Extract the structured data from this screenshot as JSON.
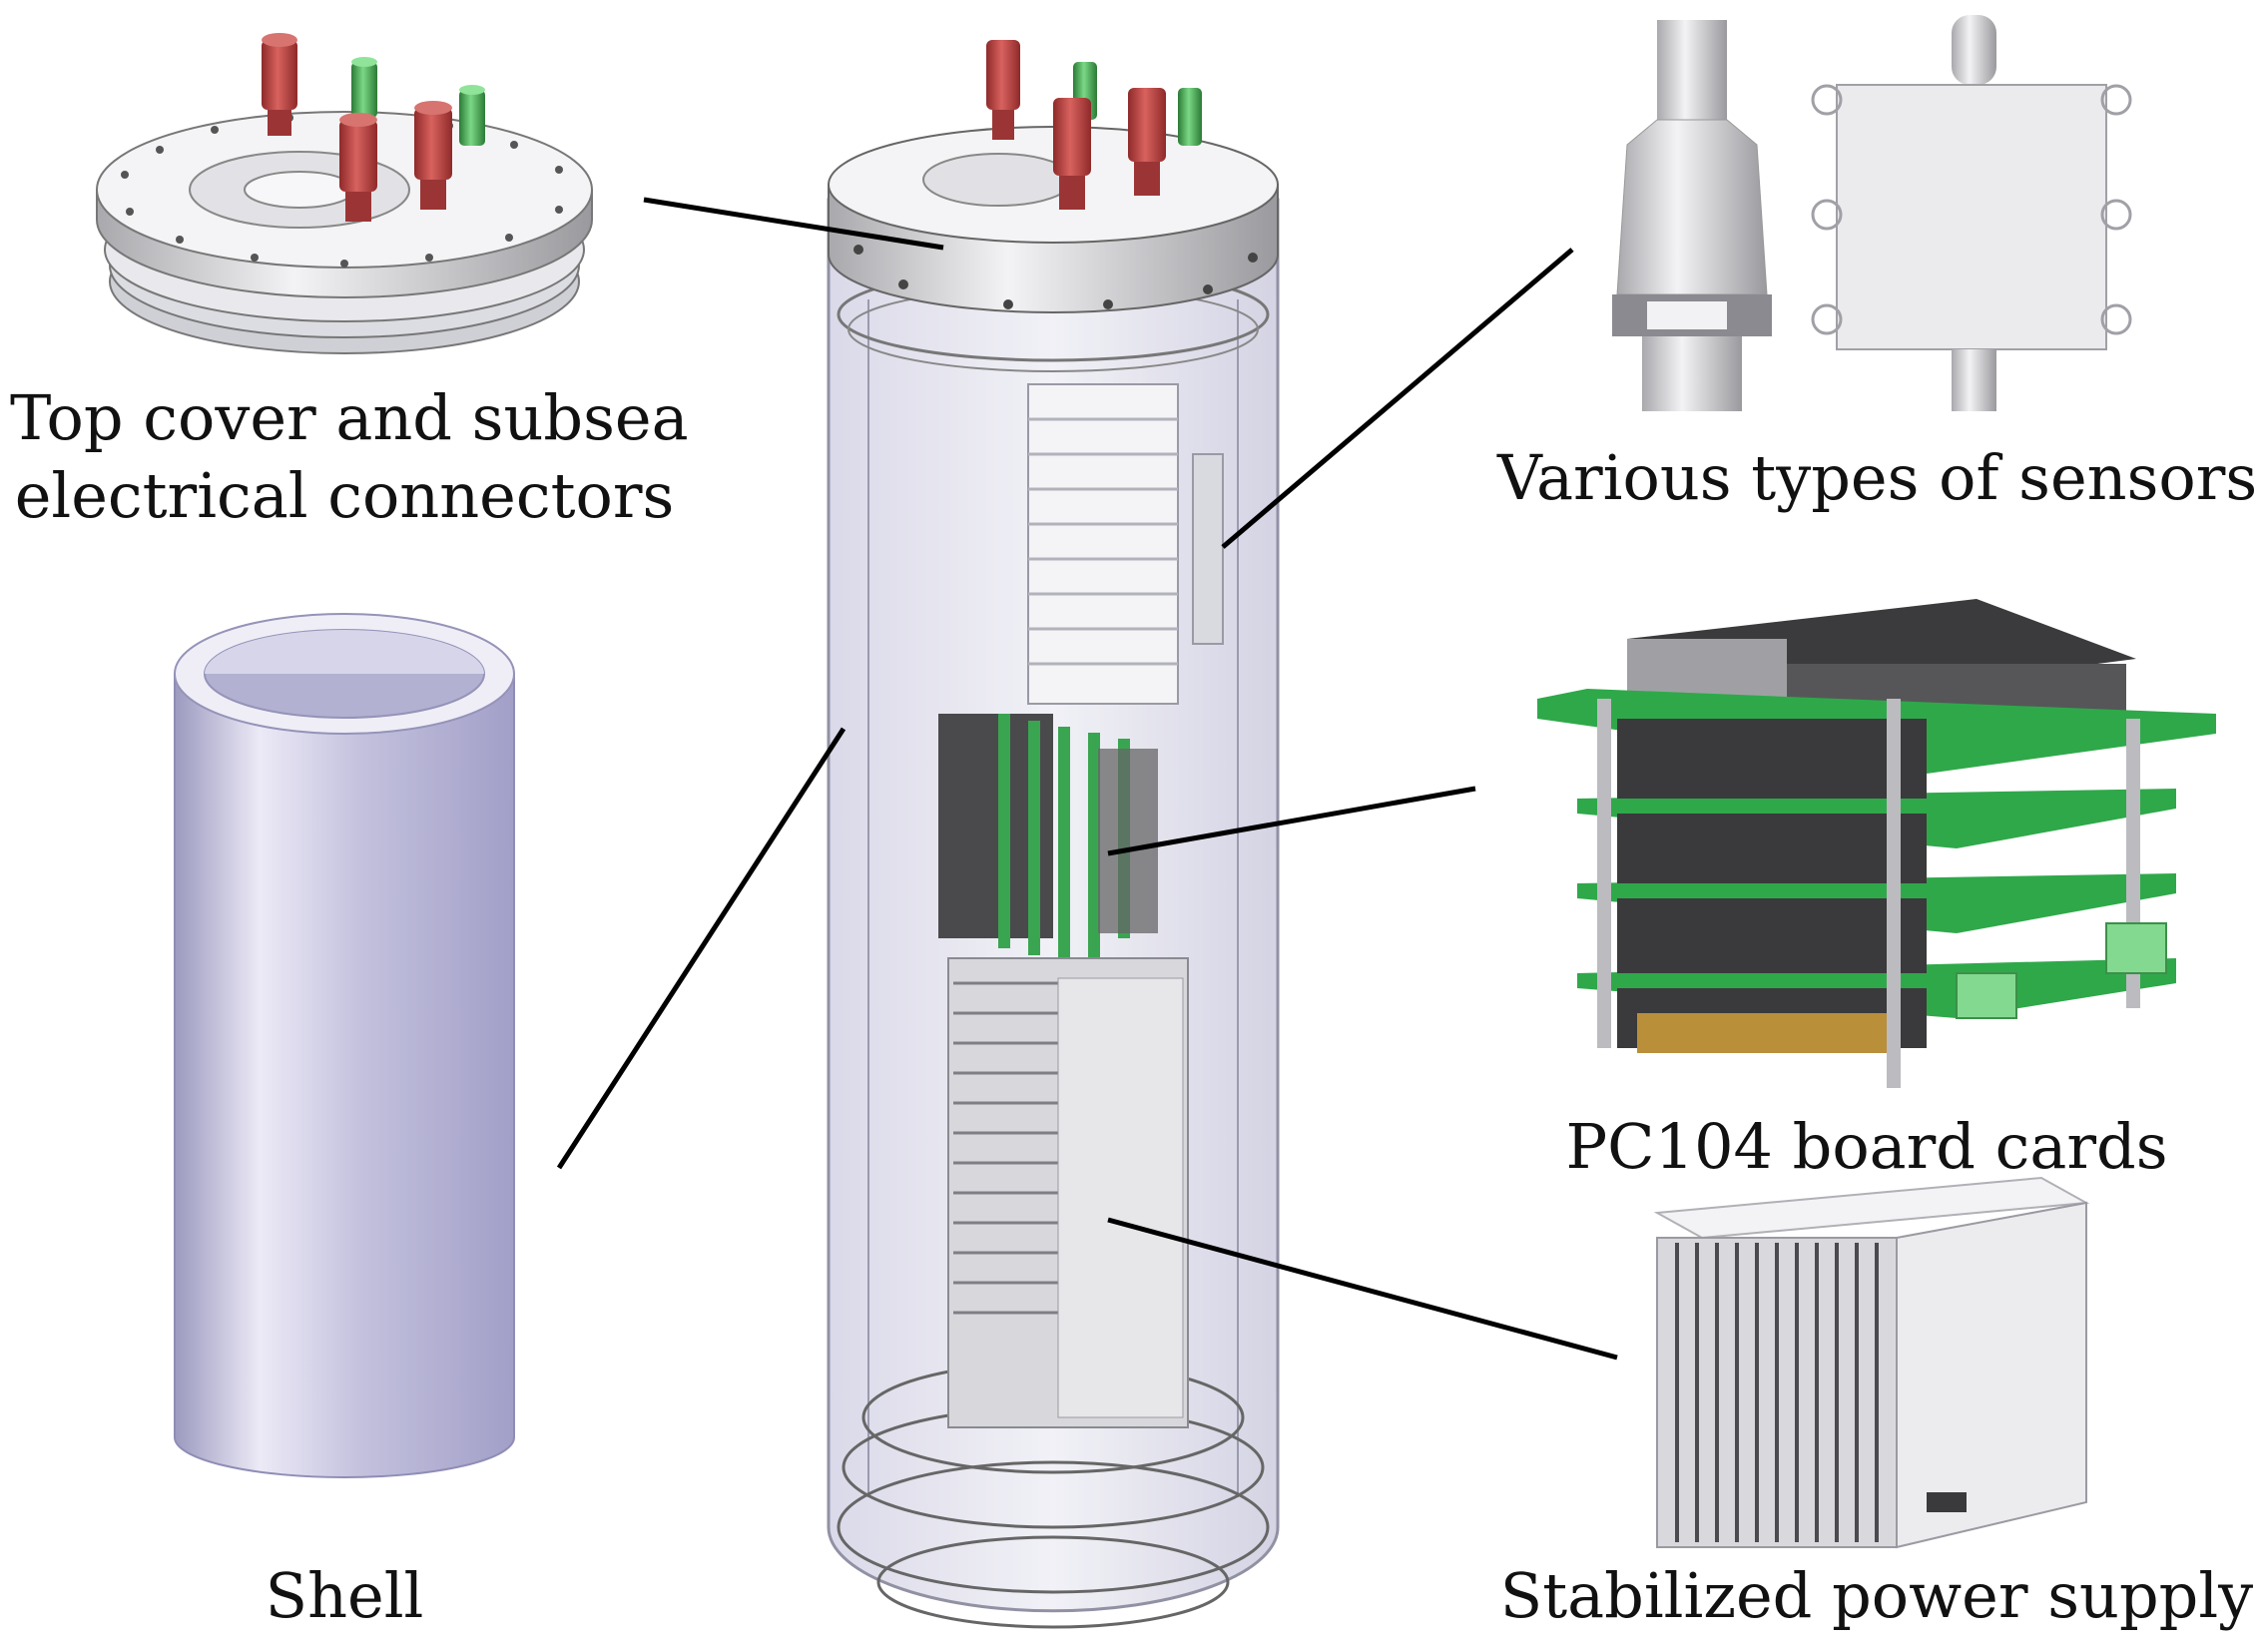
{
  "labels": {
    "top_cover_line1": "Top cover and subsea",
    "top_cover_line2": "electrical connectors",
    "shell": "Shell",
    "sensors": "Various types of sensors",
    "pc104": "PC104 board cards",
    "power": "Stabilized power supply"
  },
  "colors": {
    "connector_red": "#b8403f",
    "connector_green": "#3fa54a",
    "metal": "#e6e6e8",
    "shell_blue": "#b7b5d6",
    "pcb_green": "#2fa84a",
    "board_dark": "#3a3a3c",
    "leader_line": "#000000"
  }
}
